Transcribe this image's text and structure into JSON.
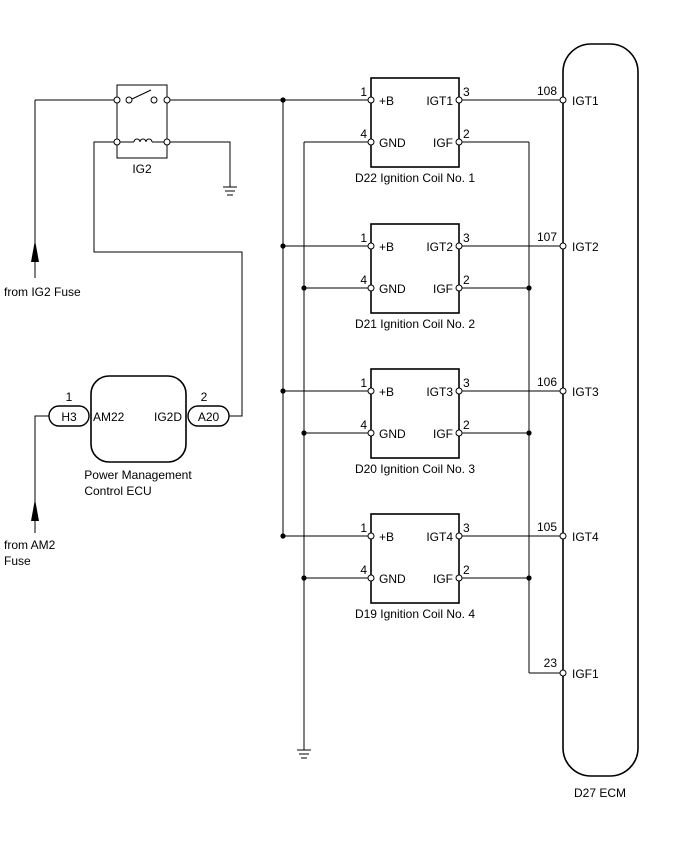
{
  "sources": {
    "ig2_fuse": "from IG2 Fuse",
    "am2_fuse_line1": "from AM2",
    "am2_fuse_line2": "Fuse"
  },
  "relay": {
    "name": "IG2"
  },
  "pm_ecu": {
    "name_line1": "Power Management",
    "name_line2": "Control ECU",
    "conn_left": "H3",
    "conn_right": "A20",
    "pin_left_num": "1",
    "pin_right_num": "2",
    "terminal_left": "AM22",
    "terminal_right": "IG2D"
  },
  "coils": [
    {
      "label": "D22  Ignition Coil No. 1",
      "igt_terminal": "IGT1",
      "ecu_pin": "108",
      "ecu_terminal": "IGT1"
    },
    {
      "label": "D21  Ignition Coil No. 2",
      "igt_terminal": "IGT2",
      "ecu_pin": "107",
      "ecu_terminal": "IGT2"
    },
    {
      "label": "D20  Ignition Coil No. 3",
      "igt_terminal": "IGT3",
      "ecu_pin": "106",
      "ecu_terminal": "IGT3"
    },
    {
      "label": "D19  Ignition Coil No. 4",
      "igt_terminal": "IGT4",
      "ecu_pin": "105",
      "ecu_terminal": "IGT4"
    }
  ],
  "coil_terminals": {
    "b_pin": "1",
    "b_label": "+B",
    "gnd_pin": "4",
    "gnd_label": "GND",
    "igt_pin": "3",
    "igf_pin": "2",
    "igf_label": "IGF"
  },
  "ecm": {
    "label": "D27 ECM",
    "igf_pin": "23",
    "igf_terminal": "IGF1"
  }
}
